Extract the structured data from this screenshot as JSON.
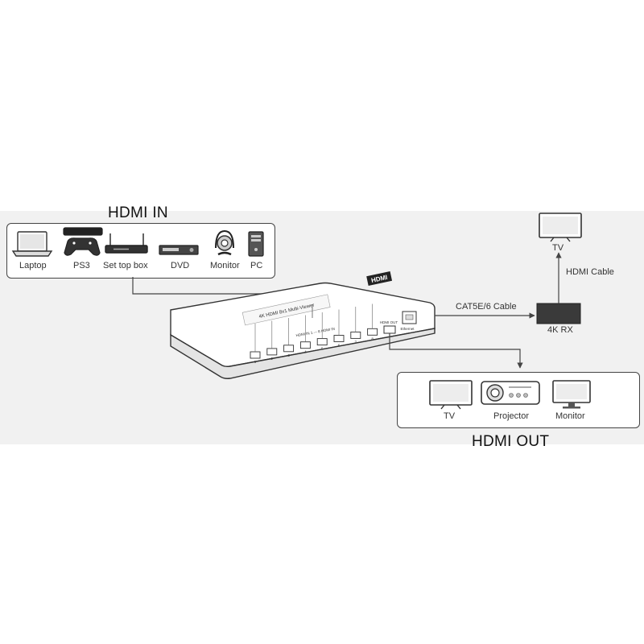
{
  "hdmi_in": {
    "title": "HDMI IN",
    "devices": [
      {
        "label": "Laptop",
        "icon": "laptop-icon"
      },
      {
        "label": "PS3",
        "icon": "game-console-icon"
      },
      {
        "label": "Set top box",
        "icon": "set-top-box-icon"
      },
      {
        "label": "DVD",
        "icon": "dvd-player-icon"
      },
      {
        "label": "Monitor",
        "icon": "headphones-icon"
      },
      {
        "label": "PC",
        "icon": "pc-tower-icon"
      }
    ]
  },
  "hdmi_out": {
    "title": "HDMI OUT",
    "devices": [
      {
        "label": "TV",
        "icon": "tv-icon"
      },
      {
        "label": "Projector",
        "icon": "projector-icon"
      },
      {
        "label": "Monitor",
        "icon": "monitor-icon"
      }
    ]
  },
  "receiver": {
    "label": "4K RX",
    "cable_in": "CAT5E/6 Cable",
    "cable_out": "HDMI Cable",
    "display_label": "TV"
  },
  "switch": {
    "model_text": "4K HDMI 8x1 Multi-Viewer",
    "logo_text": "HDMI",
    "input_label": "HDMI IN 1 — 8 HDMI IN",
    "output_label": "HDMI OUT",
    "ethernet_label": "Ethernet",
    "port_numbers": [
      "1",
      "2",
      "3",
      "4",
      "5",
      "6",
      "7",
      "8"
    ]
  },
  "colors": {
    "line": "#444444",
    "band": "#f1f1f1",
    "device_fill": "#cfcfcf",
    "receiver_fill": "#3a3a3a"
  }
}
